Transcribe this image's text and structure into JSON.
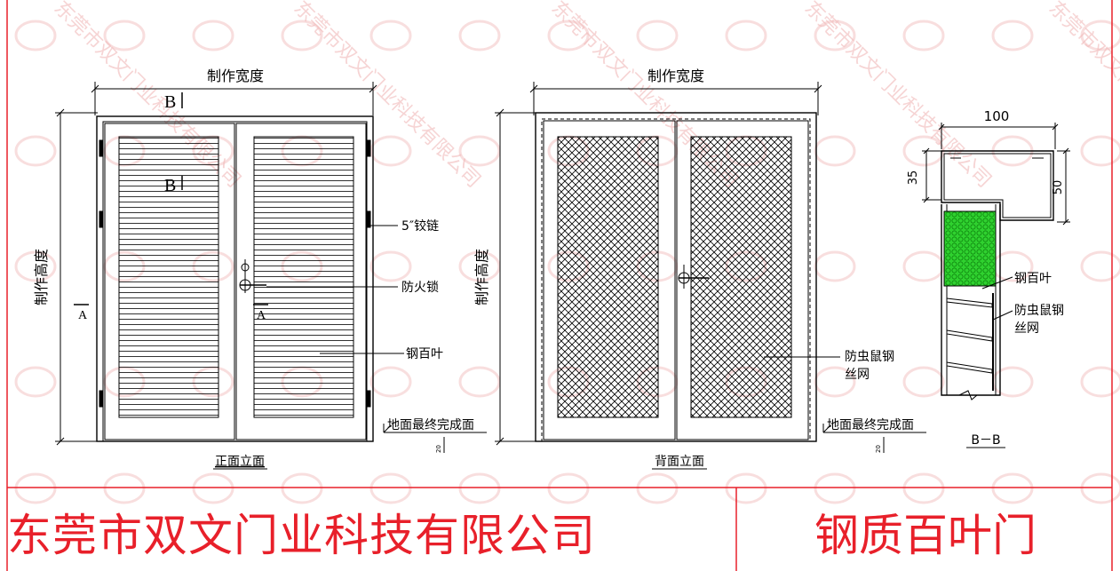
{
  "company_name": "东莞市双文门业科技有限公司",
  "product_name": "钢质百叶门",
  "watermark_text": "东莞市双文门业科技有限公司",
  "front_view": {
    "width_label": "制作宽度",
    "height_label": "制作高度",
    "caption": "正面立面",
    "section_b_label": "B",
    "section_a_label": "A",
    "hinge_label": "5″铰链",
    "lock_label": "防火锁",
    "louver_label": "钢百叶",
    "floor_label": "地面最终完成面",
    "floor_dim": "20"
  },
  "back_view": {
    "width_label": "制作宽度",
    "height_label": "制作高度",
    "caption": "背面立面",
    "mesh_label_line1": "防虫鼠钢",
    "mesh_label_line2": "丝网",
    "floor_label": "地面最终完成面",
    "floor_dim": "20"
  },
  "section_view": {
    "dim_width": "100",
    "dim_35": "35",
    "dim_50": "50",
    "louver_label": "钢百叶",
    "mesh_label_line1": "防虫鼠钢",
    "mesh_label_line2": "丝网",
    "caption": "B－B"
  },
  "colors": {
    "line": "#000000",
    "frame_red": "#e8202a",
    "watermark": "#f3c4c4",
    "mesh_green": "#2fd12f"
  }
}
